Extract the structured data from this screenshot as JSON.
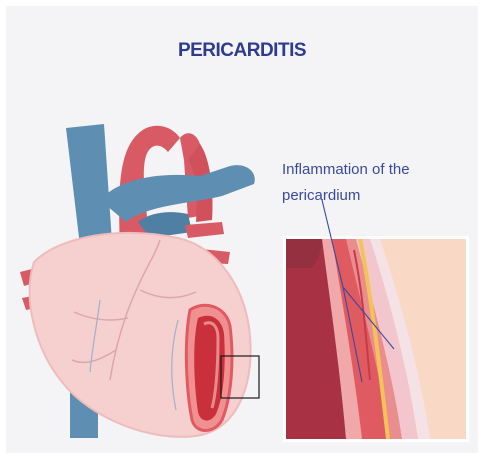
{
  "title": "PERICARDITIS",
  "annotation": {
    "line1": "Inflammation of the",
    "line2": "pericardium"
  },
  "colors": {
    "title": "#2f3b8f",
    "annotation": "#3a4a9a",
    "background": "#f4f4f6",
    "vessel_blue": "#5e8fb3",
    "artery_red": "#d85a64",
    "heart_pink": "#f6cfcf",
    "inflamed_red": "#e0464c",
    "fat_yellow": "#f3c35a"
  }
}
